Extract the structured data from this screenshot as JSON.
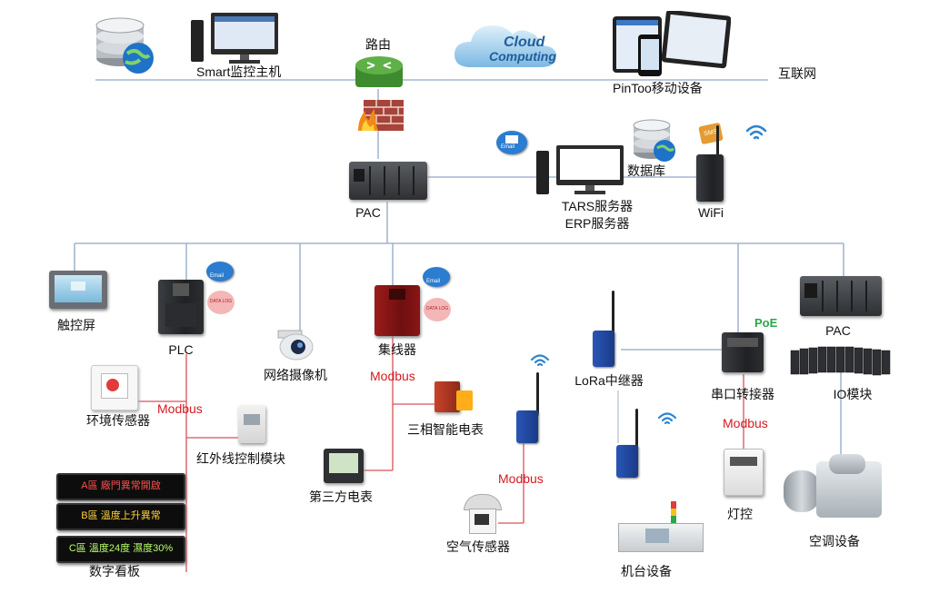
{
  "nodes": {
    "smart_host": "Smart监控主机",
    "router": "路由",
    "mobile": "PinToo移动设备",
    "internet": "互联网",
    "cloud_text_1": "Cloud",
    "cloud_text_2": "Computing",
    "database": "数据库",
    "tars_server": "TARS服务器",
    "erp_server": "ERP服务器",
    "wifi": "WiFi",
    "pac_main": "PAC",
    "touchscreen": "触控屏",
    "plc": "PLC",
    "camera": "网络摄像机",
    "concentrator": "集线器",
    "lora": "LoRa中继器",
    "serial": "串口转接器",
    "pac_right": "PAC",
    "io_module": "IO模块",
    "env_sensor": "环境传感器",
    "ir_module": "红外线控制模块",
    "three_phase": "三相智能电表",
    "third_meter": "第三方电表",
    "air_sensor": "空气传感器",
    "machine": "机台设备",
    "light": "灯控",
    "aircon": "空调设备",
    "board": "数字看板",
    "poe": "PoE"
  },
  "badges": {
    "email": "Email",
    "data_log": "DATA LOG",
    "sms": "SMS"
  },
  "board_lines": [
    "A區 廠門異常開啟",
    "B區 溫度上升異常",
    "C區 溫度24度 濕度30%"
  ],
  "protocols": {
    "p1": "Modbus",
    "p2": "Modbus",
    "p3": "Modbus",
    "p4": "Modbus"
  },
  "colors": {
    "backbone": "#8fa8c8",
    "modbus_line": "#d9505a",
    "modbus_text": "#d71920",
    "poe_green": "#2aa845"
  },
  "icons": [
    "database-icon",
    "globe-icon",
    "desktop-icon",
    "router-icon",
    "firewall-icon",
    "cloud-icon",
    "tablet-icon",
    "phone-icon",
    "wifi-icon",
    "camera-icon",
    "antenna-icon"
  ]
}
